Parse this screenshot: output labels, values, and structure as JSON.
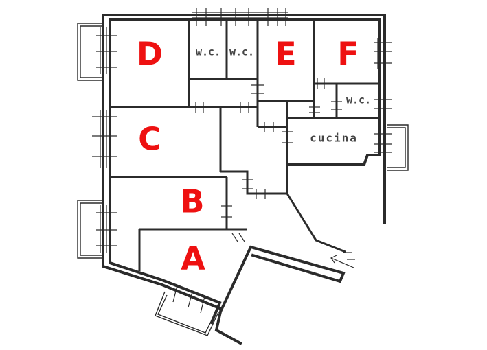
{
  "floorplan": {
    "accent_color": "#ee1111",
    "wall_color": "#2b2b2b",
    "rooms": {
      "a": "A",
      "b": "B",
      "c": "C",
      "d": "D",
      "e": "E",
      "f": "F",
      "wc1": "w.c.",
      "wc2": "w.c.",
      "wc3": "w.c.",
      "kitchen": "cucina"
    }
  }
}
